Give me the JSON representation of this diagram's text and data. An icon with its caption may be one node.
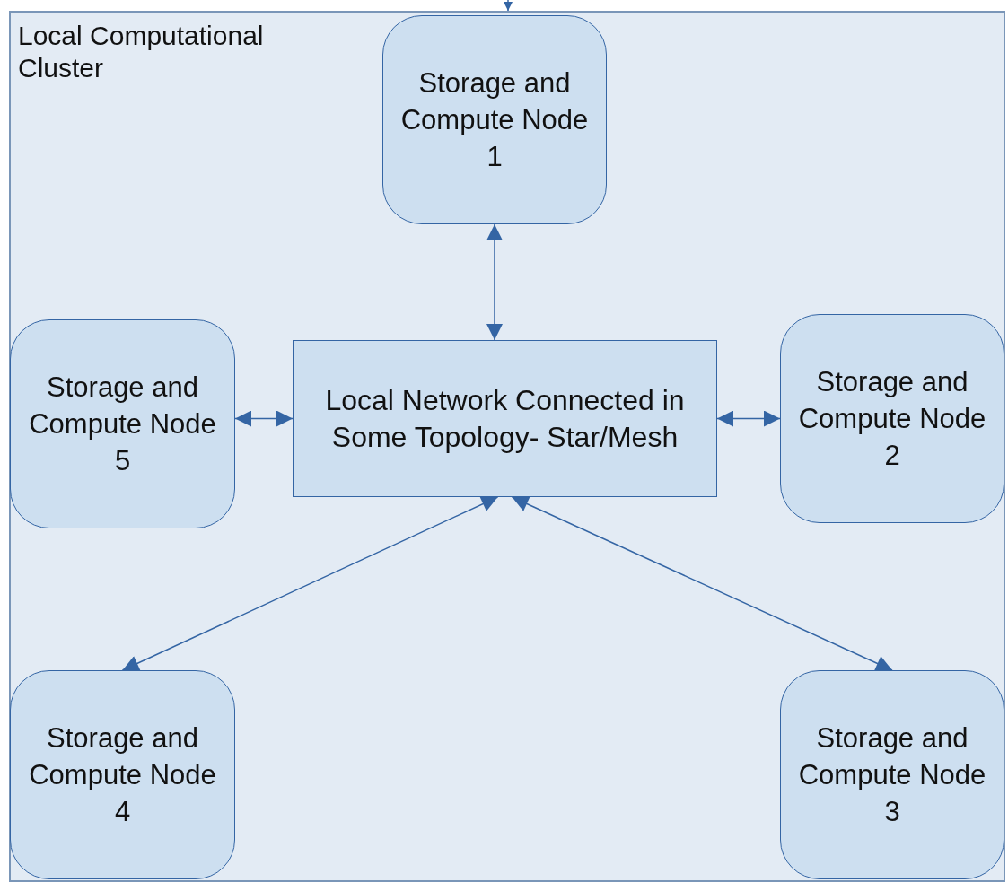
{
  "diagram": {
    "nodes": [
      {
        "text": [
          "Local Computational Cluster"
        ]
      },
      {
        "text": [
          "Storage and Compute Node 1"
        ],
        "in": 0
      },
      {
        "text": [
          "Storage and Compute Node 5"
        ],
        "in": 0
      },
      {
        "text": [
          "Local Network Connected in Some Topology- Star/Mesh"
        ],
        "in": 0
      },
      {
        "text": [
          "Storage and Compute Node 2"
        ],
        "in": 0
      },
      {
        "text": [
          "Storage and Compute Node 4"
        ],
        "in": 0
      },
      {
        "text": [
          "Storage and Compute Node 3"
        ],
        "in": 0
      }
    ],
    "edges": [
      {
        "from": null,
        "to": 0,
        "arrow": "to"
      },
      {
        "from": 1,
        "to": 3,
        "arrow": "both"
      },
      {
        "from": 2,
        "to": 3,
        "arrow": "both"
      },
      {
        "from": 3,
        "to": 4,
        "arrow": "both"
      },
      {
        "from": 3,
        "to": 5,
        "arrow": "both"
      },
      {
        "from": 3,
        "to": 6,
        "arrow": "both"
      }
    ]
  }
}
